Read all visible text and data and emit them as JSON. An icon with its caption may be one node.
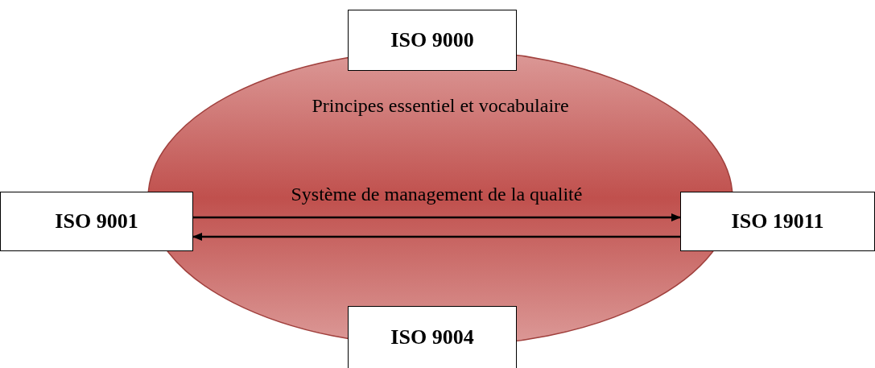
{
  "diagram": {
    "nodes": [
      {
        "text": [
          "ISO 9000"
        ]
      },
      {
        "text": [
          "ISO 9001"
        ]
      },
      {
        "text": [
          "ISO 19011"
        ]
      },
      {
        "text": [
          "ISO 9004"
        ]
      }
    ],
    "edges": [
      {
        "from": 1,
        "to": 2,
        "arrow": "to",
        "label": "Système de management de la qualité"
      },
      {
        "from": 2,
        "to": 1,
        "arrow": "to"
      }
    ],
    "labels": [
      "Principes essentiel et vocabulaire"
    ]
  }
}
